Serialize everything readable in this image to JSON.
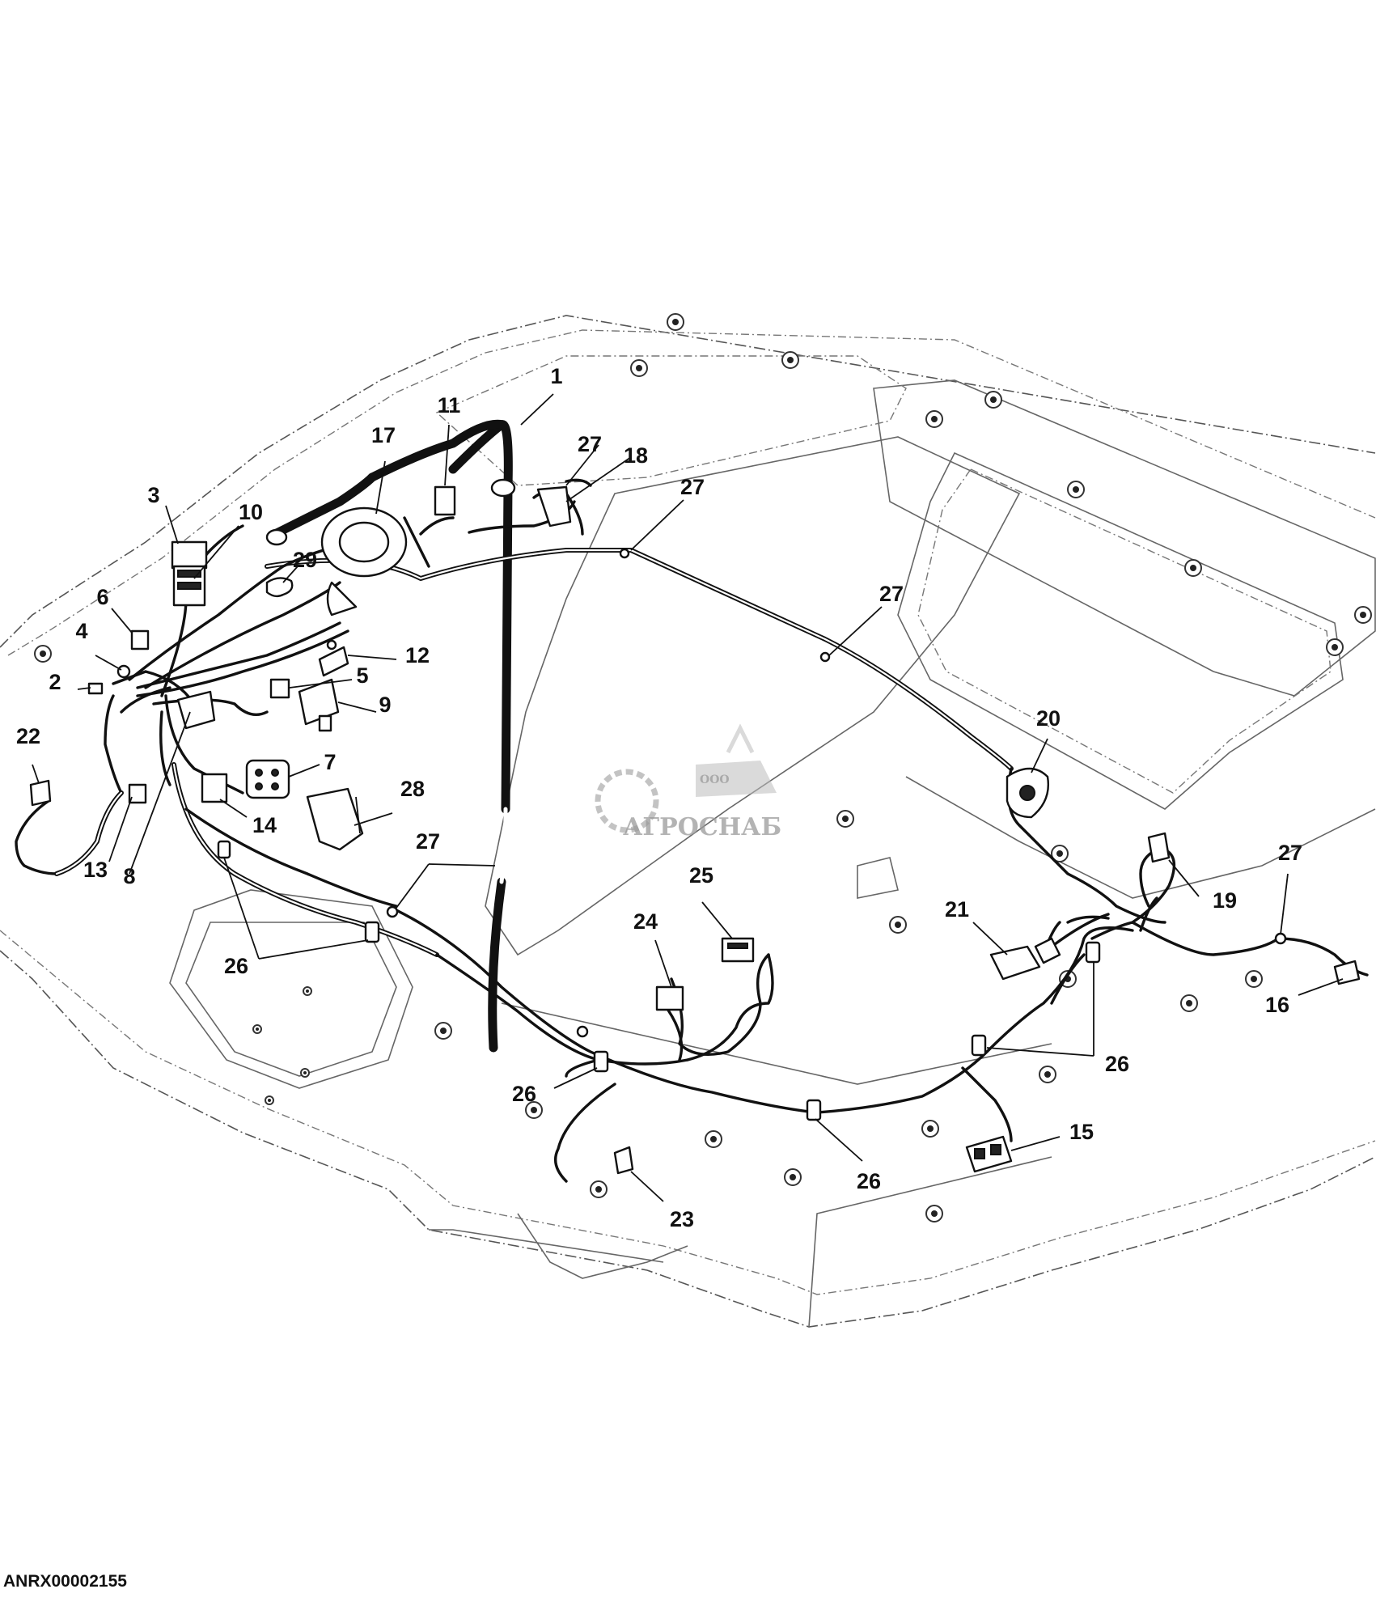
{
  "drawing_code": "ANRX00002155",
  "watermark": {
    "prefix": "ООО",
    "company": "АГРОСНАБ"
  },
  "callouts": [
    {
      "id": "c1",
      "label": "1"
    },
    {
      "id": "c2",
      "label": "2"
    },
    {
      "id": "c3",
      "label": "3"
    },
    {
      "id": "c4",
      "label": "4"
    },
    {
      "id": "c5",
      "label": "5"
    },
    {
      "id": "c6",
      "label": "6"
    },
    {
      "id": "c7",
      "label": "7"
    },
    {
      "id": "c8",
      "label": "8"
    },
    {
      "id": "c9",
      "label": "9"
    },
    {
      "id": "c10",
      "label": "10"
    },
    {
      "id": "c11",
      "label": "11"
    },
    {
      "id": "c12",
      "label": "12"
    },
    {
      "id": "c13",
      "label": "13"
    },
    {
      "id": "c14",
      "label": "14"
    },
    {
      "id": "c15",
      "label": "15"
    },
    {
      "id": "c16",
      "label": "16"
    },
    {
      "id": "c17",
      "label": "17"
    },
    {
      "id": "c18",
      "label": "18"
    },
    {
      "id": "c19",
      "label": "19"
    },
    {
      "id": "c20",
      "label": "20"
    },
    {
      "id": "c21",
      "label": "21"
    },
    {
      "id": "c22",
      "label": "22"
    },
    {
      "id": "c23",
      "label": "23"
    },
    {
      "id": "c24",
      "label": "24"
    },
    {
      "id": "c25",
      "label": "25"
    },
    {
      "id": "c26a",
      "label": "26"
    },
    {
      "id": "c26b",
      "label": "26"
    },
    {
      "id": "c26c",
      "label": "26"
    },
    {
      "id": "c26d",
      "label": "26"
    },
    {
      "id": "c27a",
      "label": "27"
    },
    {
      "id": "c27b",
      "label": "27"
    },
    {
      "id": "c27c",
      "label": "27"
    },
    {
      "id": "c27d",
      "label": "27"
    },
    {
      "id": "c27e",
      "label": "27"
    },
    {
      "id": "c28",
      "label": "28"
    },
    {
      "id": "c29",
      "label": "29"
    }
  ]
}
